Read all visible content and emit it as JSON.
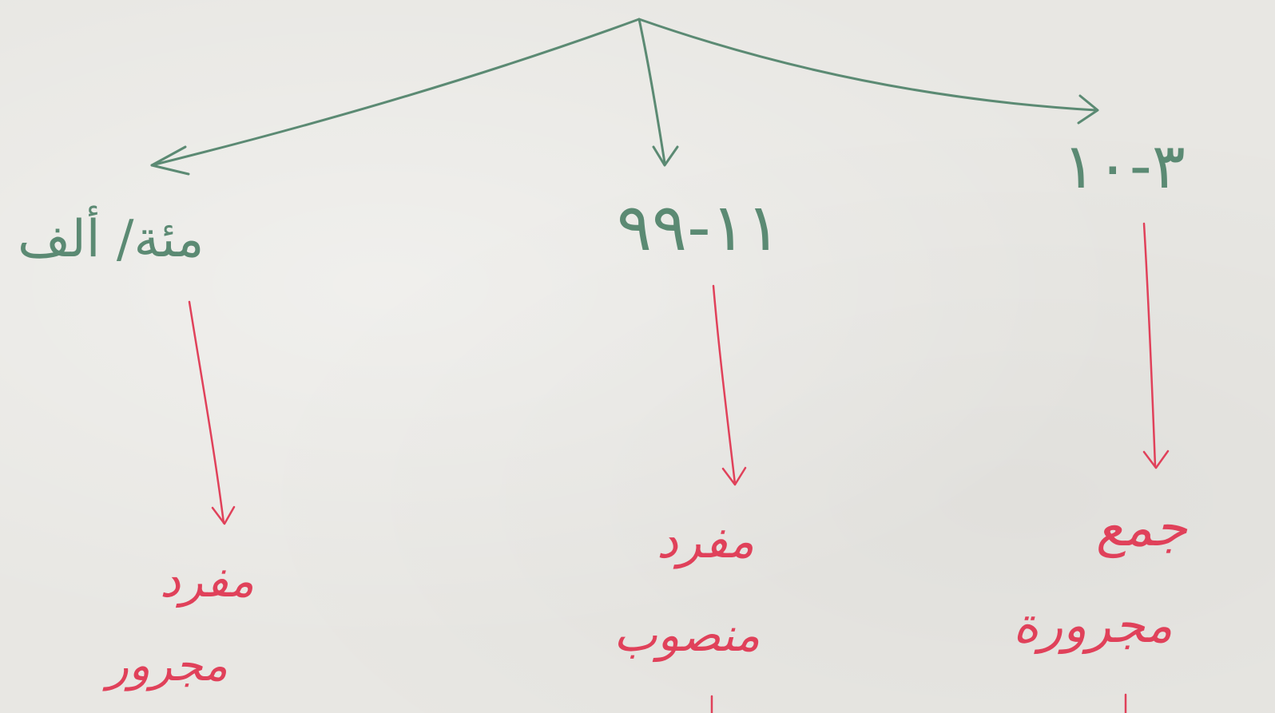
{
  "colors": {
    "paper": "#e8e7e3",
    "green_ink": "#5b8a73",
    "red_ink": "#e0415a"
  },
  "branches": [
    {
      "range": "٣-١٠",
      "rule_line1": "جمع",
      "rule_line2": "مجرورة"
    },
    {
      "range": "١١-٩٩",
      "rule_line1": "مفرد",
      "rule_line2": "منصوب"
    },
    {
      "range": "مئة/ ألف",
      "rule_line1": "مفرد",
      "rule_line2": "مجرور"
    }
  ]
}
